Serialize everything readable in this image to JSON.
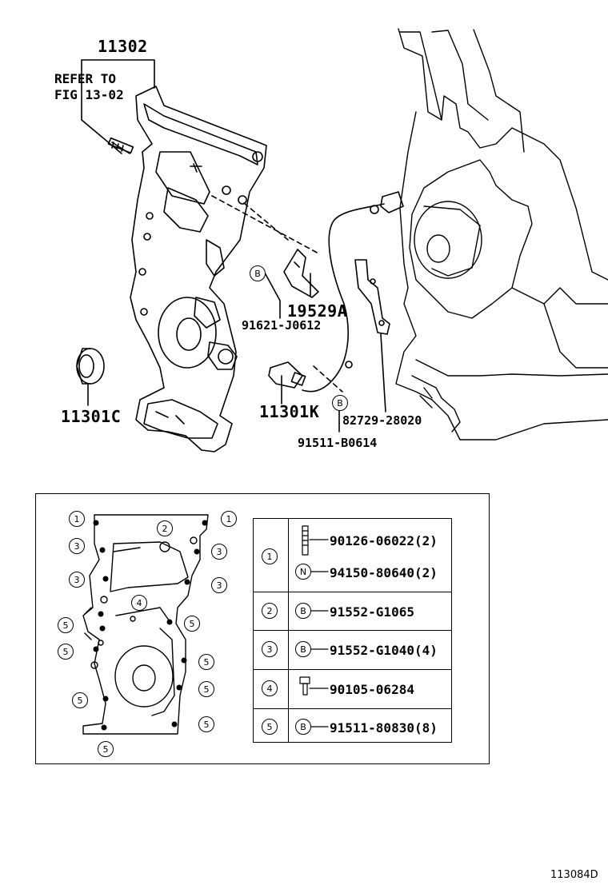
{
  "diagram": {
    "main_label": "11302",
    "refer_line1": "REFER TO",
    "refer_line2": "FIG 13-02",
    "seal_label": "11301C",
    "sensor_label": "11301K",
    "bracket_label": "19529A",
    "bolt_label_upper": "91621-J0612",
    "bolt_label_lower": "91511-B0614",
    "clamp_label": "82729-28020",
    "marker_b": "B"
  },
  "position_numbers": {
    "one": "1",
    "two": "2",
    "three": "3",
    "four": "4",
    "five": "5"
  },
  "parts_table": {
    "rows": [
      {
        "index": "1",
        "items": [
          {
            "marker": "",
            "part": "90126-06022(2)"
          },
          {
            "marker": "N",
            "part": "94150-80640(2)"
          }
        ]
      },
      {
        "index": "2",
        "items": [
          {
            "marker": "B",
            "part": "91552-G1065"
          }
        ]
      },
      {
        "index": "3",
        "items": [
          {
            "marker": "B",
            "part": "91552-G1040(4)"
          }
        ]
      },
      {
        "index": "4",
        "items": [
          {
            "marker": "",
            "part": "90105-06284"
          }
        ]
      },
      {
        "index": "5",
        "items": [
          {
            "marker": "B",
            "part": "91511-80830(8)"
          }
        ]
      }
    ]
  },
  "figure_code": "113084D"
}
